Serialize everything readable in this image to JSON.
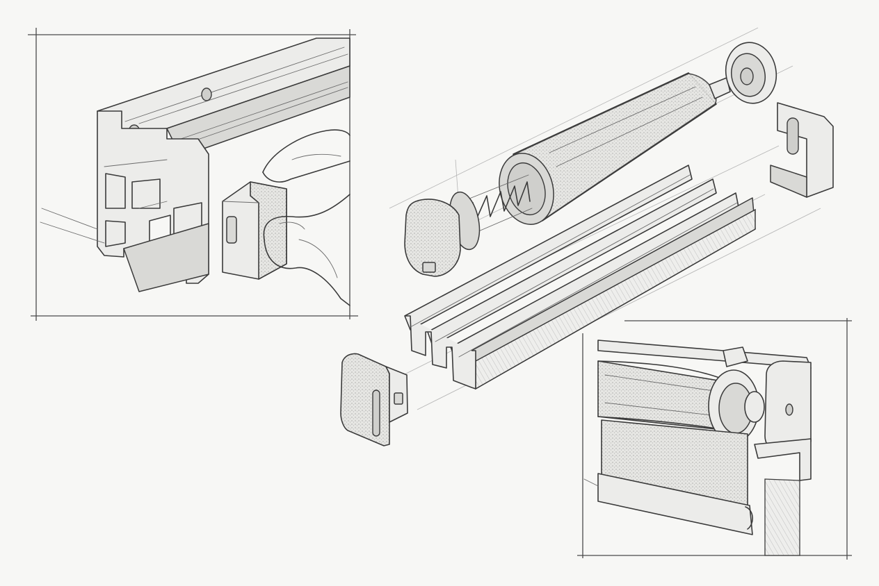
{
  "illustration": {
    "style": "pencil technical sketch",
    "panels": [
      {
        "icon": "profile-rail-end-cap-closeup"
      },
      {
        "icon": "exploded-roller-assembly"
      },
      {
        "icon": "assembled-roller-blind-mount"
      }
    ]
  },
  "colors": {
    "paper": "#f7f7f5",
    "ink": "#3a3a3a",
    "metal": "#ececea"
  }
}
